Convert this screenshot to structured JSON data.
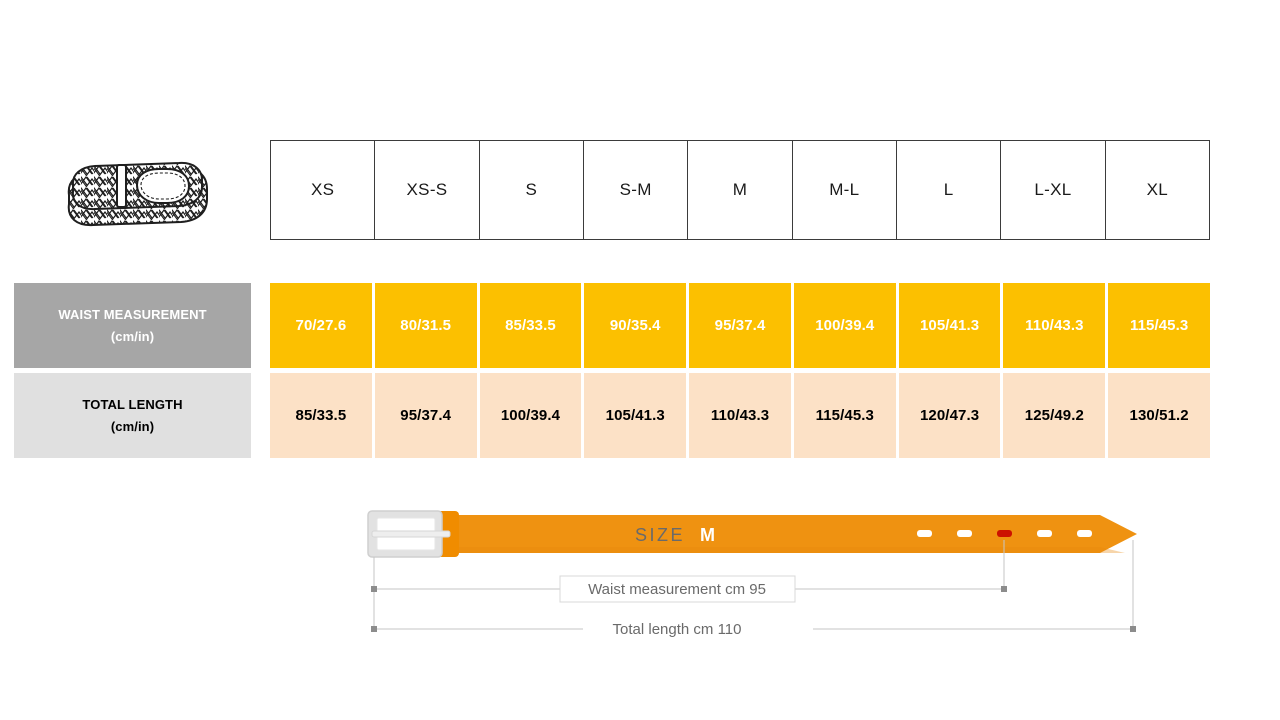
{
  "product_icon": {
    "name": "woven-belt-illustration"
  },
  "size_header": {
    "sizes": [
      "XS",
      "XS-S",
      "S",
      "S-M",
      "M",
      "M-L",
      "L",
      "L-XL",
      "XL"
    ]
  },
  "measurements": {
    "waist": {
      "label": "WAIST MEASUREMENT",
      "unit": "(cm/in)",
      "values": [
        "70/27.6",
        "80/31.5",
        "85/33.5",
        "90/35.4",
        "95/37.4",
        "100/39.4",
        "105/41.3",
        "110/43.3",
        "115/45.3"
      ]
    },
    "length": {
      "label": "TOTAL LENGTH",
      "unit": "(cm/in)",
      "values": [
        "85/33.5",
        "95/37.4",
        "100/39.4",
        "105/41.3",
        "110/43.3",
        "115/45.3",
        "120/47.3",
        "125/49.2",
        "130/51.2"
      ]
    }
  },
  "belt_diagram": {
    "size_prefix": "SIZE",
    "size_value": "M",
    "waist_dimension_label": "Waist measurement cm 95",
    "total_length_label": "Total length cm 110",
    "holes_count": 5,
    "active_hole_index": 2
  },
  "colors": {
    "waist_row_bg": "#fcc000",
    "length_row_bg": "#fce1c6",
    "waist_label_bg": "#a6a6a6",
    "length_label_bg": "#e0e0e0",
    "belt_orange": "#ef9211",
    "belt_keeper": "#f08c00",
    "buckle_silver": "#dcdcdc",
    "active_hole_red": "#cc1100",
    "dimension_line": "#b9b9b9",
    "table_border": "#3b3b3b"
  }
}
